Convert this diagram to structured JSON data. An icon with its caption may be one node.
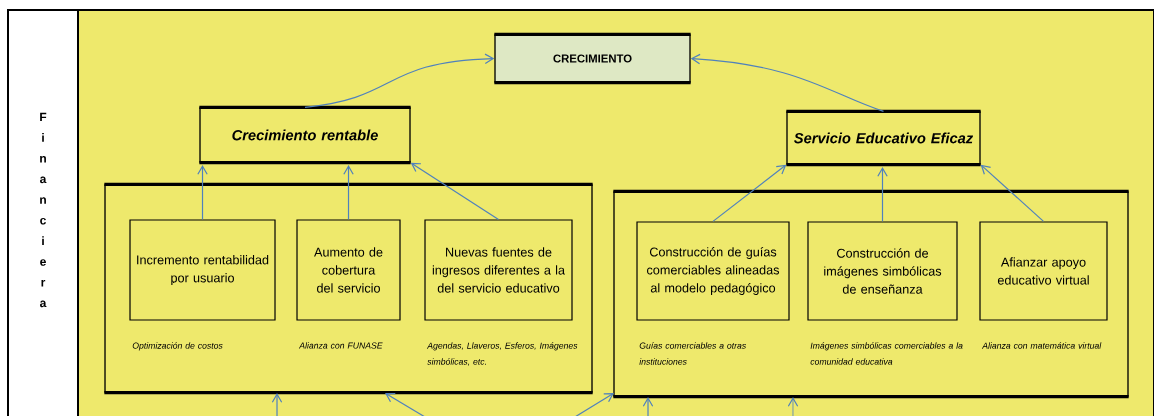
{
  "diagram": {
    "nodes": [
      {
        "text": [
          "CRECIMIENTO"
        ]
      },
      {
        "text": [
          "Crecimiento rentable"
        ]
      },
      {
        "text": [
          "Servicio Educativo Eficaz"
        ]
      },
      {
        "text": [],
        "shape": "box"
      },
      {
        "text": [
          "Incremento rentabilidad por usuario"
        ],
        "in": 3,
        "beside": [
          "Optimización de costos"
        ]
      },
      {
        "text": [
          "Aumento de cobertura del servicio"
        ],
        "in": 3,
        "beside": [
          "Alianza con FUNASE"
        ]
      },
      {
        "text": [
          "Nuevas fuentes de ingresos diferentes a la del servicio educativo"
        ],
        "in": 3,
        "beside": [
          "Agendas, Llaveros, Esferos, Imágenes simbólicas, etc."
        ]
      },
      {
        "text": [],
        "shape": "box"
      },
      {
        "text": [
          "Construcción de guías comerciables alineadas al modelo pedagógico"
        ],
        "in": 7,
        "beside": [
          "Guías comerciables a otras instituciones"
        ]
      },
      {
        "text": [
          "Construcción de imágenes simbólicas de enseñanza"
        ],
        "in": 7,
        "beside": [
          "Imágenes simbólicas comerciables a la comunidad educativa"
        ]
      },
      {
        "text": [
          "Afianzar apoyo educativo virtual"
        ],
        "in": 7,
        "beside": [
          "Alianza con matemática virtual"
        ]
      }
    ],
    "edges": [
      {
        "from": 1,
        "to": 0,
        "arrow": "to"
      },
      {
        "from": 2,
        "to": 0,
        "arrow": "to"
      },
      {
        "from": 4,
        "to": 1,
        "arrow": "to"
      },
      {
        "from": 5,
        "to": 1,
        "arrow": "to"
      },
      {
        "from": 6,
        "to": 1,
        "arrow": "to"
      },
      {
        "from": 8,
        "to": 2,
        "arrow": "to"
      },
      {
        "from": 9,
        "to": 2,
        "arrow": "to"
      },
      {
        "from": 10,
        "to": 2,
        "arrow": "to"
      },
      {
        "from": null,
        "to": 3,
        "arrow": "to"
      },
      {
        "from": null,
        "to": 3,
        "arrow": "to"
      },
      {
        "from": null,
        "to": 7,
        "arrow": "to"
      },
      {
        "from": null,
        "to": 7,
        "arrow": "to"
      },
      {
        "from": null,
        "to": 7,
        "arrow": "to"
      }
    ],
    "labels": [
      "F i n a n c i e r a"
    ]
  }
}
